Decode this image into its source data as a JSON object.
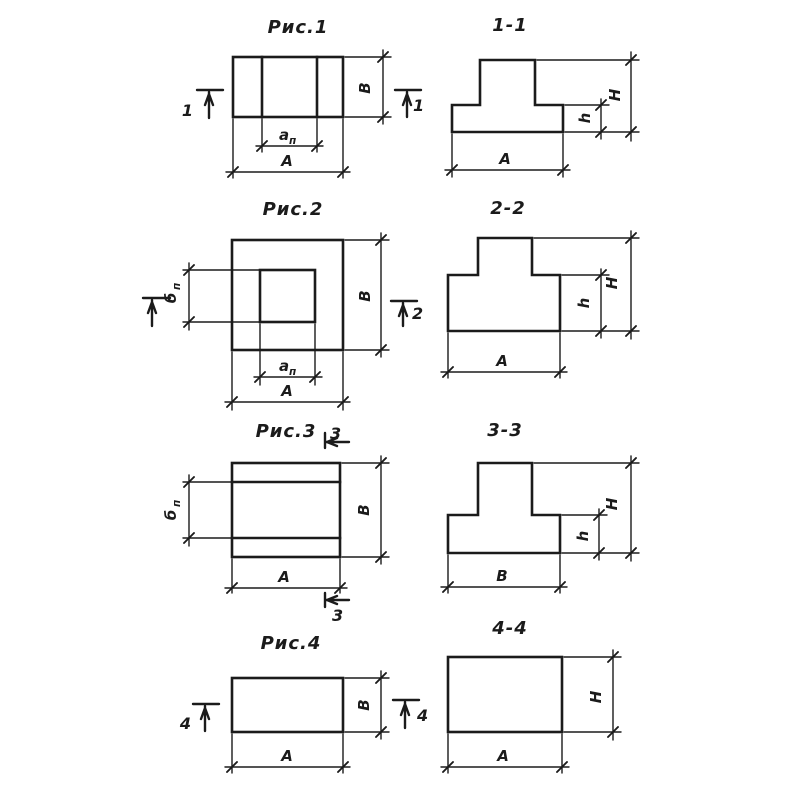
{
  "page": {
    "background_color": "#ffffff",
    "ink_color": "#1b1b1b"
  },
  "figures": {
    "fig1": {
      "title": "Рис.1",
      "mark_left": "1",
      "mark_right": "1",
      "dim_ap_base": "а",
      "dim_ap_sub": "п",
      "dim_A": "А",
      "dim_B": "В"
    },
    "sec1": {
      "title": "1-1",
      "dim_A": "А",
      "dim_h": "h",
      "dim_H": "Н"
    },
    "fig2": {
      "title": "Рис.2",
      "mark_right": "2",
      "dim_bp_base": "б",
      "dim_bp_sub": "п",
      "dim_ap_base": "а",
      "dim_ap_sub": "п",
      "dim_A": "А",
      "dim_B": "В"
    },
    "sec2": {
      "title": "2-2",
      "dim_A": "А",
      "dim_h": "h",
      "dim_H": "Н"
    },
    "fig3": {
      "title": "Рис.3",
      "mark_top": "3",
      "mark_bottom": "3",
      "dim_bp_base": "б",
      "dim_bp_sub": "п",
      "dim_A": "А",
      "dim_B": "В"
    },
    "sec3": {
      "title": "3-3",
      "dim_B": "В",
      "dim_h": "h",
      "dim_H": "Н"
    },
    "fig4": {
      "title": "Рис.4",
      "mark_left": "4",
      "mark_right": "4",
      "dim_A": "А",
      "dim_B": "В"
    },
    "sec4": {
      "title": "4-4",
      "dim_A": "А",
      "dim_H": "Н"
    }
  }
}
